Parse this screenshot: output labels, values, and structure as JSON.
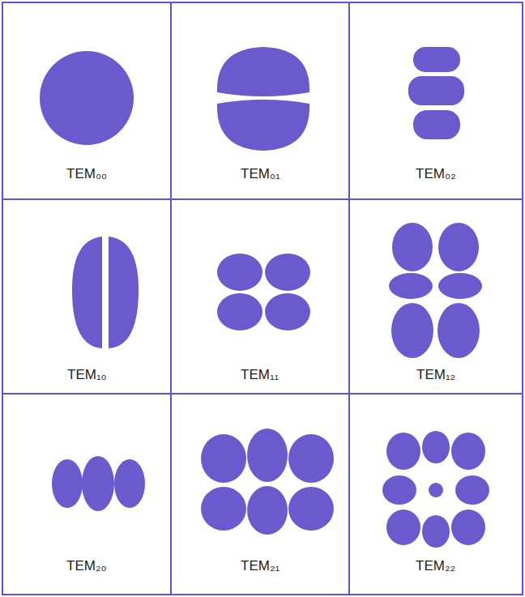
{
  "diagram": {
    "nodes": [
      {
        "text": [
          "TEM₀₀"
        ]
      },
      {
        "text": [
          "TEM₀₁"
        ]
      },
      {
        "text": [
          "TEM₀₂"
        ]
      },
      {
        "text": [
          "TEM₁₀"
        ]
      },
      {
        "text": [
          "TEM₁₁"
        ]
      },
      {
        "text": [
          "TEM₁₂"
        ]
      },
      {
        "text": [
          "TEM₂₀"
        ]
      },
      {
        "text": [
          "TEM₂₁"
        ]
      },
      {
        "text": [
          "TEM₂₂"
        ]
      }
    ]
  }
}
